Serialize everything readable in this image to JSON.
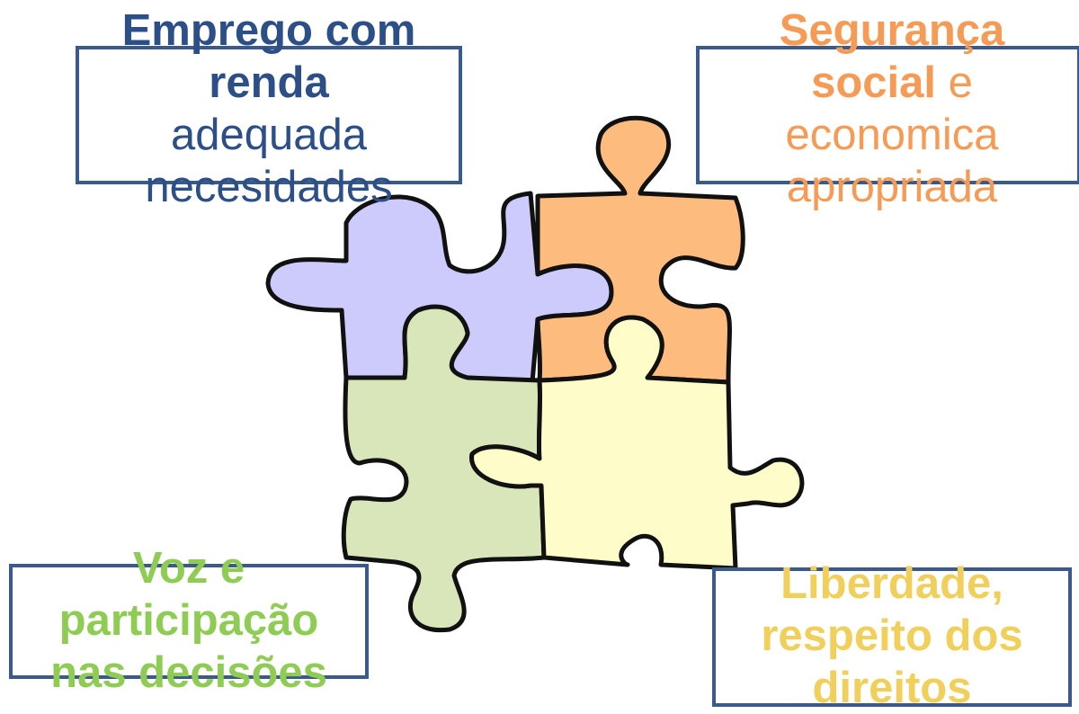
{
  "colors": {
    "box_border": "#3a5a8c",
    "outline": "#111111",
    "top_left_text": "#2b4f86",
    "top_right_text": "#f59b56",
    "bottom_left_text": "#8fcc53",
    "bottom_right_text": "#f0cf5a",
    "piece_purple": "#cccbfb",
    "piece_orange": "#fdbb7e",
    "piece_green": "#d8e6b9",
    "piece_yellow": "#fefcc8"
  },
  "top_left": {
    "bold_line1": "Emprego com",
    "bold_line2": "renda",
    "line3": "adequada",
    "line4": "necesidades"
  },
  "top_right": {
    "bold_line1": "Segurança",
    "bold_word": "social",
    "after_bold": " e",
    "line3": "economica",
    "line4": "apropriada"
  },
  "bottom_left": {
    "line1": "Voz e",
    "line2": "participação",
    "line3": "nas decisões"
  },
  "bottom_right": {
    "line1": "Liberdade,",
    "line2": "respeito dos",
    "line3": "direitos"
  },
  "icons": {
    "piece_top_left": "puzzle-piece-purple",
    "piece_top_right": "puzzle-piece-orange",
    "piece_bottom_left": "puzzle-piece-green",
    "piece_bottom_right": "puzzle-piece-yellow"
  }
}
